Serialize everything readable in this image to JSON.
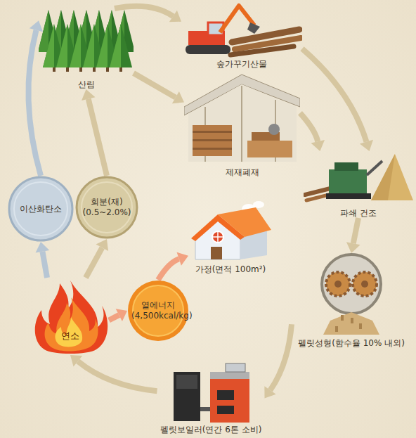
{
  "diagram": {
    "nodes": [
      {
        "text": [
          "산림"
        ]
      },
      {
        "text": [
          "숲가꾸기산물"
        ]
      },
      {
        "text": [
          "제재폐재"
        ]
      },
      {
        "text": [
          "파쇄 건조"
        ]
      },
      {
        "text": [
          "펠릿성형(함수율 10% 내외)"
        ]
      },
      {
        "text": [
          "펠릿보일러(연간 6톤 소비)"
        ]
      },
      {
        "text": [
          "연소"
        ]
      },
      {
        "text": [
          "열에너지 (4,500kcal/kg)"
        ]
      },
      {
        "text": [
          "가정(면적 100m²)"
        ]
      },
      {
        "text": [
          "이산화탄소"
        ]
      },
      {
        "text": [
          "회분(재) (0.5~2.0%)"
        ]
      }
    ],
    "edges": [
      {
        "from": 0,
        "to": 1,
        "arrow": "to"
      },
      {
        "from": 0,
        "to": 2,
        "arrow": "to"
      },
      {
        "from": 1,
        "to": 3,
        "arrow": "to"
      },
      {
        "from": 2,
        "to": 3,
        "arrow": "to"
      },
      {
        "from": 3,
        "to": 4,
        "arrow": "to"
      },
      {
        "from": 4,
        "to": 5,
        "arrow": "to"
      },
      {
        "from": 5,
        "to": 6,
        "arrow": "to"
      },
      {
        "from": 6,
        "to": 7,
        "arrow": "to"
      },
      {
        "from": 7,
        "to": 8,
        "arrow": "to"
      },
      {
        "from": 6,
        "to": 9,
        "arrow": "to"
      },
      {
        "from": 6,
        "to": 10,
        "arrow": "to"
      },
      {
        "from": 9,
        "to": 0,
        "arrow": "to"
      },
      {
        "from": 10,
        "to": 0,
        "arrow": "to"
      }
    ]
  }
}
